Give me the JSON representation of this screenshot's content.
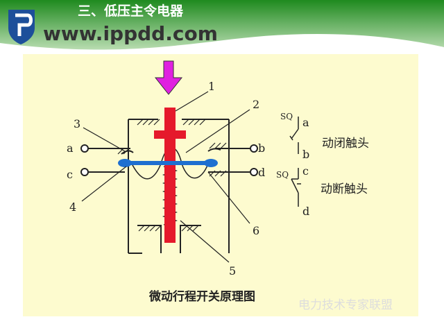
{
  "slide": {
    "title": "三、低压主令电器",
    "watermark": "www.ippdd.com",
    "caption": "微动行程开关原理图",
    "footer_watermark": "电力技术专家联盟"
  },
  "diagram": {
    "numbers": [
      "1",
      "2",
      "3",
      "4",
      "5",
      "6"
    ],
    "terminals": [
      "a",
      "b",
      "c",
      "d"
    ],
    "symbol_labels": {
      "sq_top": "SQ",
      "a": "a",
      "b": "b",
      "sq_bottom": "SQ",
      "c": "c",
      "d": "d",
      "nc_contact": "动闭触头",
      "no_contact": "动断触头"
    },
    "colors": {
      "plunger": "#e5192b",
      "contact": "#1e6fd0",
      "arrow": "#e020e0",
      "panel": "#fdfbcf",
      "header": "#2e8b2e"
    }
  }
}
